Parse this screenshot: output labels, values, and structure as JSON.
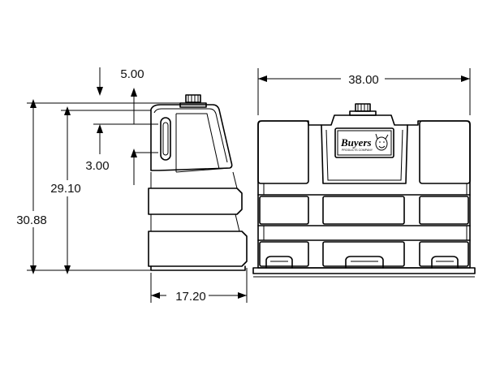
{
  "drawing": {
    "side_view": {
      "dim_overall_height": "30.88",
      "dim_body_height": "29.10",
      "dim_cap_offset": "5.00",
      "dim_gauge_offset": "3.00",
      "dim_depth": "17.20"
    },
    "front_view": {
      "dim_width": "38.00",
      "logo_text": "Buyers",
      "logo_subtext": "PRODUCTS COMPANY"
    }
  }
}
